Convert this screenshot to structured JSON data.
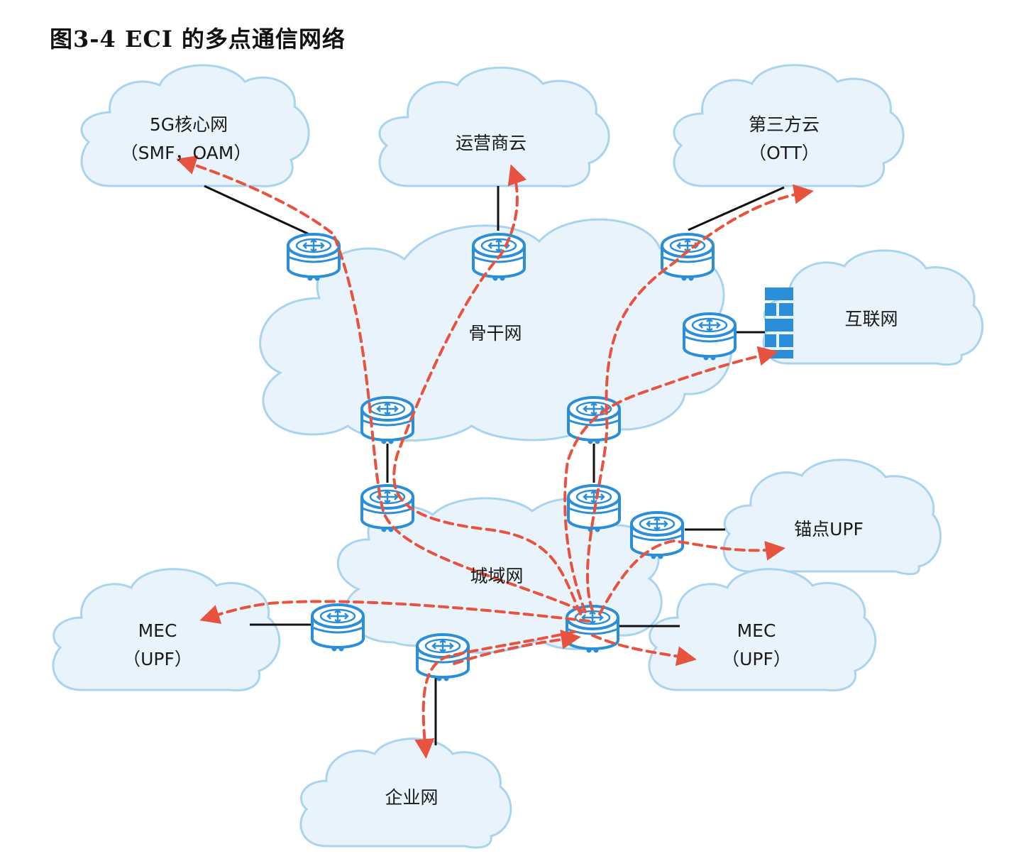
{
  "figure": {
    "title": "图3-4 ECI 的多点通信网络"
  },
  "colors": {
    "cloud_fill": "#e8f3fb",
    "cloud_stroke": "#a8d4f0",
    "router_color": "#2a8fd8",
    "link_color": "#111111",
    "flow_color": "#e8533f",
    "firewall_color": "#2a8fd8"
  },
  "clouds": {
    "core5g": {
      "line1": "5G核心网",
      "line2": "（SMF，OAM）"
    },
    "operator": {
      "line1": "运营商云"
    },
    "thirdparty": {
      "line1": "第三方云",
      "line2": "（OTT）"
    },
    "internet": {
      "line1": "互联网"
    },
    "backbone": {
      "line1": "骨干网"
    },
    "metro": {
      "line1": "城域网"
    },
    "anchor_upf": {
      "line1": "锚点UPF"
    },
    "mec_left": {
      "line1": "MEC",
      "line2": "（UPF）"
    },
    "mec_right": {
      "line1": "MEC",
      "line2": "（UPF）"
    },
    "enterprise": {
      "line1": "企业网"
    }
  },
  "icons": {
    "router": "router-icon",
    "firewall": "firewall-icon",
    "flow": "dashed-flow-arrow"
  }
}
